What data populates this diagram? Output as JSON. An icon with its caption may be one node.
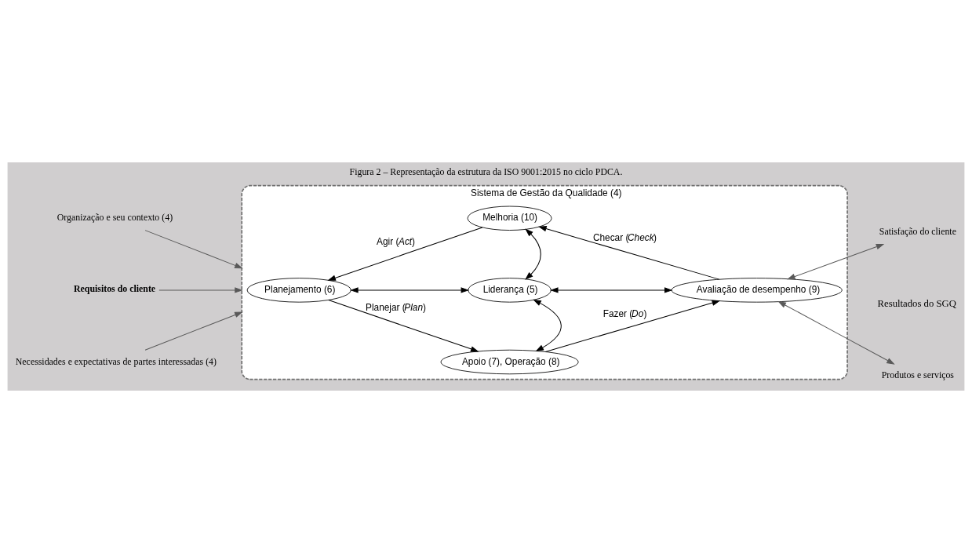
{
  "diagram": {
    "title": "Figura 2 – Representação da estrutura da ISO 9001:2015 no ciclo PDCA.",
    "nodes": [
      {
        "text": [
          "Sistema de Gestão da Qualidade (4)"
        ]
      },
      {
        "text": [
          "Apoio (7), Operação (8)"
        ],
        "in": 0
      },
      {
        "text": [
          "Planejamento (6)"
        ],
        "in": 0
      },
      {
        "text": [
          "Liderança (5)"
        ],
        "in": 0
      },
      {
        "text": [
          "Avaliação de desempenho (9)"
        ],
        "in": 0
      },
      {
        "text": [
          "Melhoria (10)"
        ],
        "in": 0
      },
      {
        "text": [
          "Organização e seu contexto (4)"
        ]
      },
      {
        "text": [
          "Requisitos do cliente"
        ]
      },
      {
        "text": [
          "Necessidades e expectativas de partes interessadas (4)"
        ]
      },
      {
        "text": [
          "Satisfação do cliente"
        ]
      },
      {
        "text": [
          "Produtos e serviços"
        ]
      }
    ],
    "edges": [
      {
        "from": 2,
        "to": 1,
        "arrow": "to",
        "label": "Planejar (*Plan*)"
      },
      {
        "from": 1,
        "to": 4,
        "arrow": "to",
        "label": "Fazer (*Do*)"
      },
      {
        "from": 4,
        "to": 5,
        "arrow": "to",
        "label": "Checar (*Check*)"
      },
      {
        "from": 5,
        "to": 2,
        "arrow": "to",
        "label": "Agir (*Act*)"
      },
      {
        "from": 3,
        "to": 1,
        "arrow": "both"
      },
      {
        "from": 3,
        "to": 2,
        "arrow": "both"
      },
      {
        "from": 3,
        "to": 4,
        "arrow": "both"
      },
      {
        "from": 3,
        "to": 5,
        "arrow": "both"
      },
      {
        "from": 6,
        "to": 0,
        "arrow": "to",
        "color": "#595959"
      },
      {
        "from": 7,
        "to": 0,
        "arrow": "to",
        "color": "#595959"
      },
      {
        "from": 8,
        "to": 0,
        "arrow": "to",
        "color": "#595959"
      },
      {
        "from": 4,
        "to": 9,
        "arrow": "both",
        "color": "#595959"
      },
      {
        "from": 4,
        "to": 10,
        "arrow": "both",
        "color": "#595959"
      }
    ],
    "labels": [
      "Resultados do SGQ"
    ]
  }
}
